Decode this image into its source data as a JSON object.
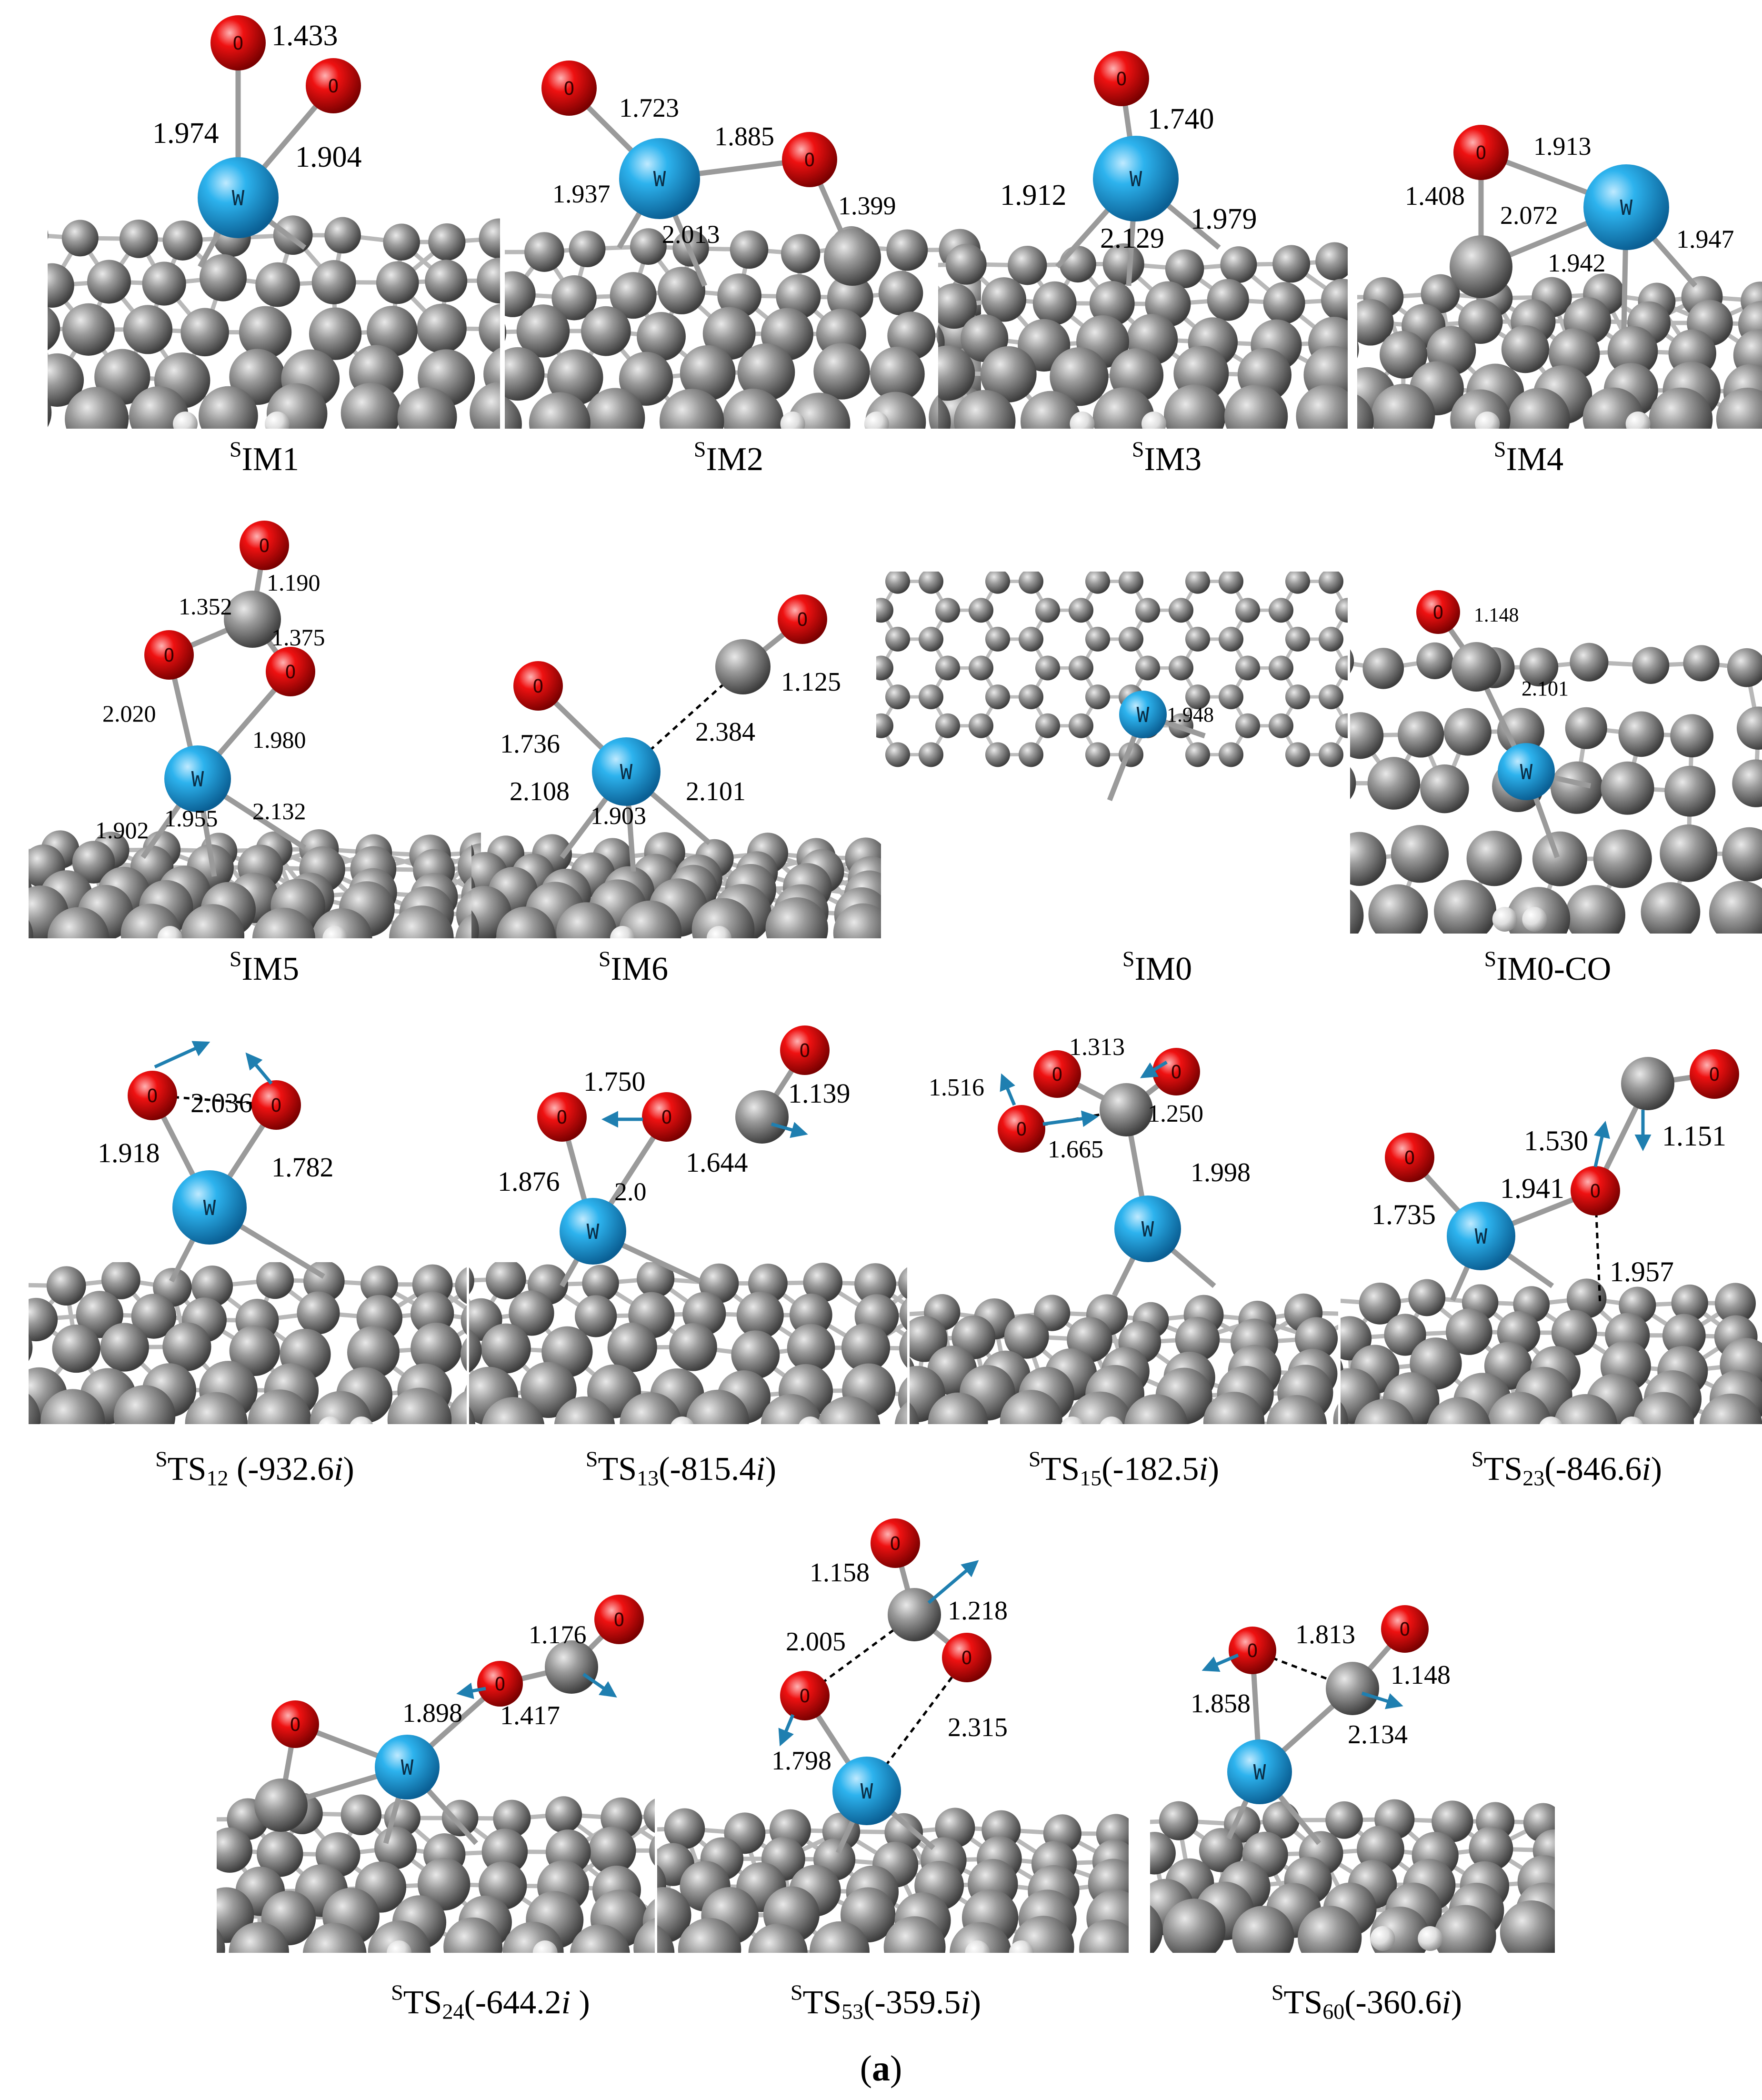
{
  "figure_label": {
    "open": "(",
    "letter": "a",
    "close": ")"
  },
  "atom_labels": {
    "tungsten": "W",
    "oxygen": "O"
  },
  "colors": {
    "tungsten": "#1ba1e2",
    "oxygen": "#e8000b",
    "carbon": "#8c8c8c",
    "hydrogen": "#e6e6e6",
    "vector": "#1f7fb0",
    "text": "#000000"
  },
  "panels": [
    {
      "id": "IM1",
      "caption": {
        "spin": "S",
        "name": "IM1"
      },
      "bond_labels": [
        "1.433",
        "1.974",
        "1.904"
      ]
    },
    {
      "id": "IM2",
      "caption": {
        "spin": "S",
        "name": "IM2"
      },
      "bond_labels": [
        "1.723",
        "1.885",
        "1.937",
        "1.399",
        "2.013"
      ]
    },
    {
      "id": "IM3",
      "caption": {
        "spin": "S",
        "name": "IM3"
      },
      "bond_labels": [
        "1.740",
        "1.912",
        "2.129",
        "1.979"
      ]
    },
    {
      "id": "IM4",
      "caption": {
        "spin": "S",
        "name": "IM4"
      },
      "bond_labels": [
        "1.913",
        "1.408",
        "2.072",
        "1.942",
        "1.947"
      ]
    },
    {
      "id": "IM5",
      "caption": {
        "spin": "S",
        "name": "IM5"
      },
      "bond_labels": [
        "1.190",
        "1.352",
        "1.375",
        "2.020",
        "1.980",
        "1.902",
        "1.955",
        "2.132"
      ]
    },
    {
      "id": "IM6",
      "caption": {
        "spin": "S",
        "name": "IM6"
      },
      "bond_labels": [
        "1.125",
        "2.384",
        "1.736",
        "2.108",
        "2.101",
        "1.903"
      ]
    },
    {
      "id": "IM0",
      "caption": {
        "spin": "S",
        "name": "IM0"
      },
      "bond_labels": [
        "1.948"
      ]
    },
    {
      "id": "IM0-CO",
      "caption": {
        "spin": "S",
        "name": "IM0-CO"
      },
      "bond_labels": [
        "1.148",
        "2.101"
      ]
    },
    {
      "id": "TS12",
      "caption": {
        "spin": "S",
        "name": "TS",
        "sub": "12",
        "freq_pre": " (-932.6",
        "i": "i",
        "freq_post": ")"
      },
      "bond_labels": [
        "2.036",
        "1.918",
        "1.782"
      ]
    },
    {
      "id": "TS13",
      "caption": {
        "spin": "S",
        "name": "TS",
        "sub": "13",
        "freq_pre": "(-815.4",
        "i": "i",
        "freq_post": ")"
      },
      "bond_labels": [
        "1.750",
        "1.139",
        "1.876",
        "1.644",
        "2.0"
      ]
    },
    {
      "id": "TS15",
      "caption": {
        "spin": "S",
        "name": "TS",
        "sub": "15",
        "freq_pre": "(-182.5",
        "i": "i",
        "freq_post": ")"
      },
      "bond_labels": [
        "1.313",
        "1.516",
        "1.250",
        "1.665",
        "1.998"
      ]
    },
    {
      "id": "TS23",
      "caption": {
        "spin": "S",
        "name": "TS",
        "sub": "23",
        "freq_pre": "(-846.6",
        "i": "i",
        "freq_post": ")"
      },
      "bond_labels": [
        "1.530",
        "1.151",
        "1.941",
        "1.735",
        "1.957"
      ]
    },
    {
      "id": "TS24",
      "caption": {
        "spin": "S",
        "name": "TS",
        "sub": "24",
        "freq_pre": "(-644.2",
        "i": "i",
        "freq_post": " )"
      },
      "bond_labels": [
        "1.176",
        "1.898",
        "1.417"
      ]
    },
    {
      "id": "TS53",
      "caption": {
        "spin": "S",
        "name": "TS",
        "sub": "53",
        "freq_pre": "(-359.5",
        "i": "i",
        "freq_post": ")"
      },
      "bond_labels": [
        "1.158",
        "1.218",
        "2.005",
        "1.798",
        "2.315"
      ]
    },
    {
      "id": "TS60",
      "caption": {
        "spin": "S",
        "name": "TS",
        "sub": "60",
        "freq_pre": "(-360.6",
        "i": "i",
        "freq_post": ")"
      },
      "bond_labels": [
        "1.813",
        "1.858",
        "1.148",
        "2.134"
      ]
    }
  ]
}
